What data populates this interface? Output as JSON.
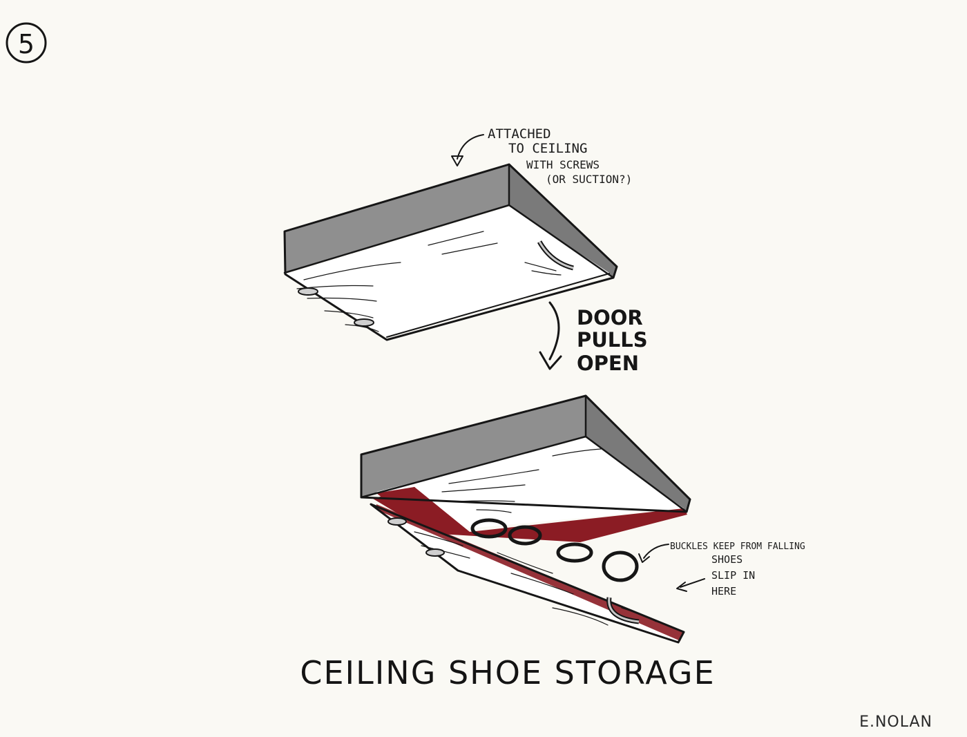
{
  "step_number": "5",
  "notes": {
    "attached": [
      "ATTACHED",
      "TO CEILING",
      "WITH SCREWS",
      "(OR SUCTION?)"
    ],
    "door": [
      "DOOR",
      "PULLS",
      "OPEN"
    ],
    "buckles": "BUCKLES KEEP FROM FALLING",
    "shoes": [
      "SHOES",
      "SLIP IN",
      "HERE"
    ]
  },
  "title": "CEILING SHOE STORAGE",
  "signature": "E.NOLAN",
  "colors": {
    "paper": "#faf9f4",
    "box_gray": "#8e8e8e",
    "lining_red": "#8b1c24",
    "ink": "#161616"
  }
}
